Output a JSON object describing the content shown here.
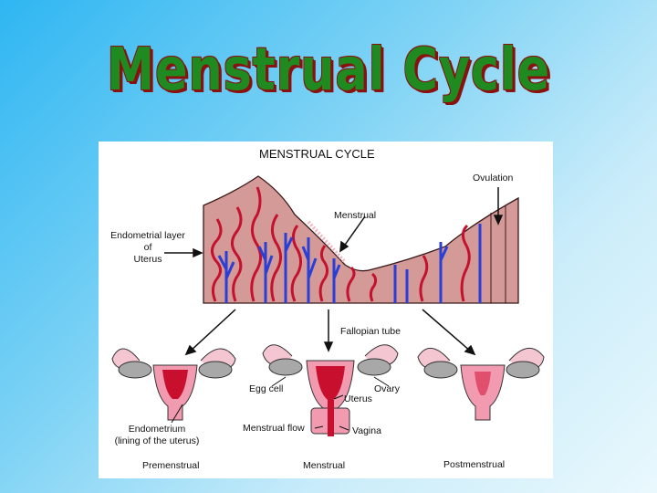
{
  "slide": {
    "title": "Menstrual Cycle"
  },
  "diagram": {
    "title": "MENSTRUAL CYCLE",
    "labels": {
      "ovulation": "Ovulation",
      "menstrual_top": "Menstrual",
      "endometrial_layer": "Endometrial layer",
      "endometrial_of": "of",
      "endometrial_uterus": "Uterus",
      "fallopian_tube": "Fallopian tube",
      "egg_cell": "Egg cell",
      "ovary": "Ovary",
      "uterus": "Uterus",
      "menstrual_flow": "Menstrual flow",
      "vagina": "Vagina",
      "endometrium": "Endometrium",
      "endometrium_desc": "(lining of the uterus)",
      "premenstrual": "Premenstrual",
      "menstrual_bottom": "Menstrual",
      "postmenstrual": "Postmenstrual"
    },
    "colors": {
      "tissue": "#d49a98",
      "artery": "#c4122e",
      "vein": "#2a3fd6",
      "uterus_fill": "#f19ab0",
      "ovary_fill": "#a8a8a8",
      "accent_red": "#c8102e"
    }
  }
}
